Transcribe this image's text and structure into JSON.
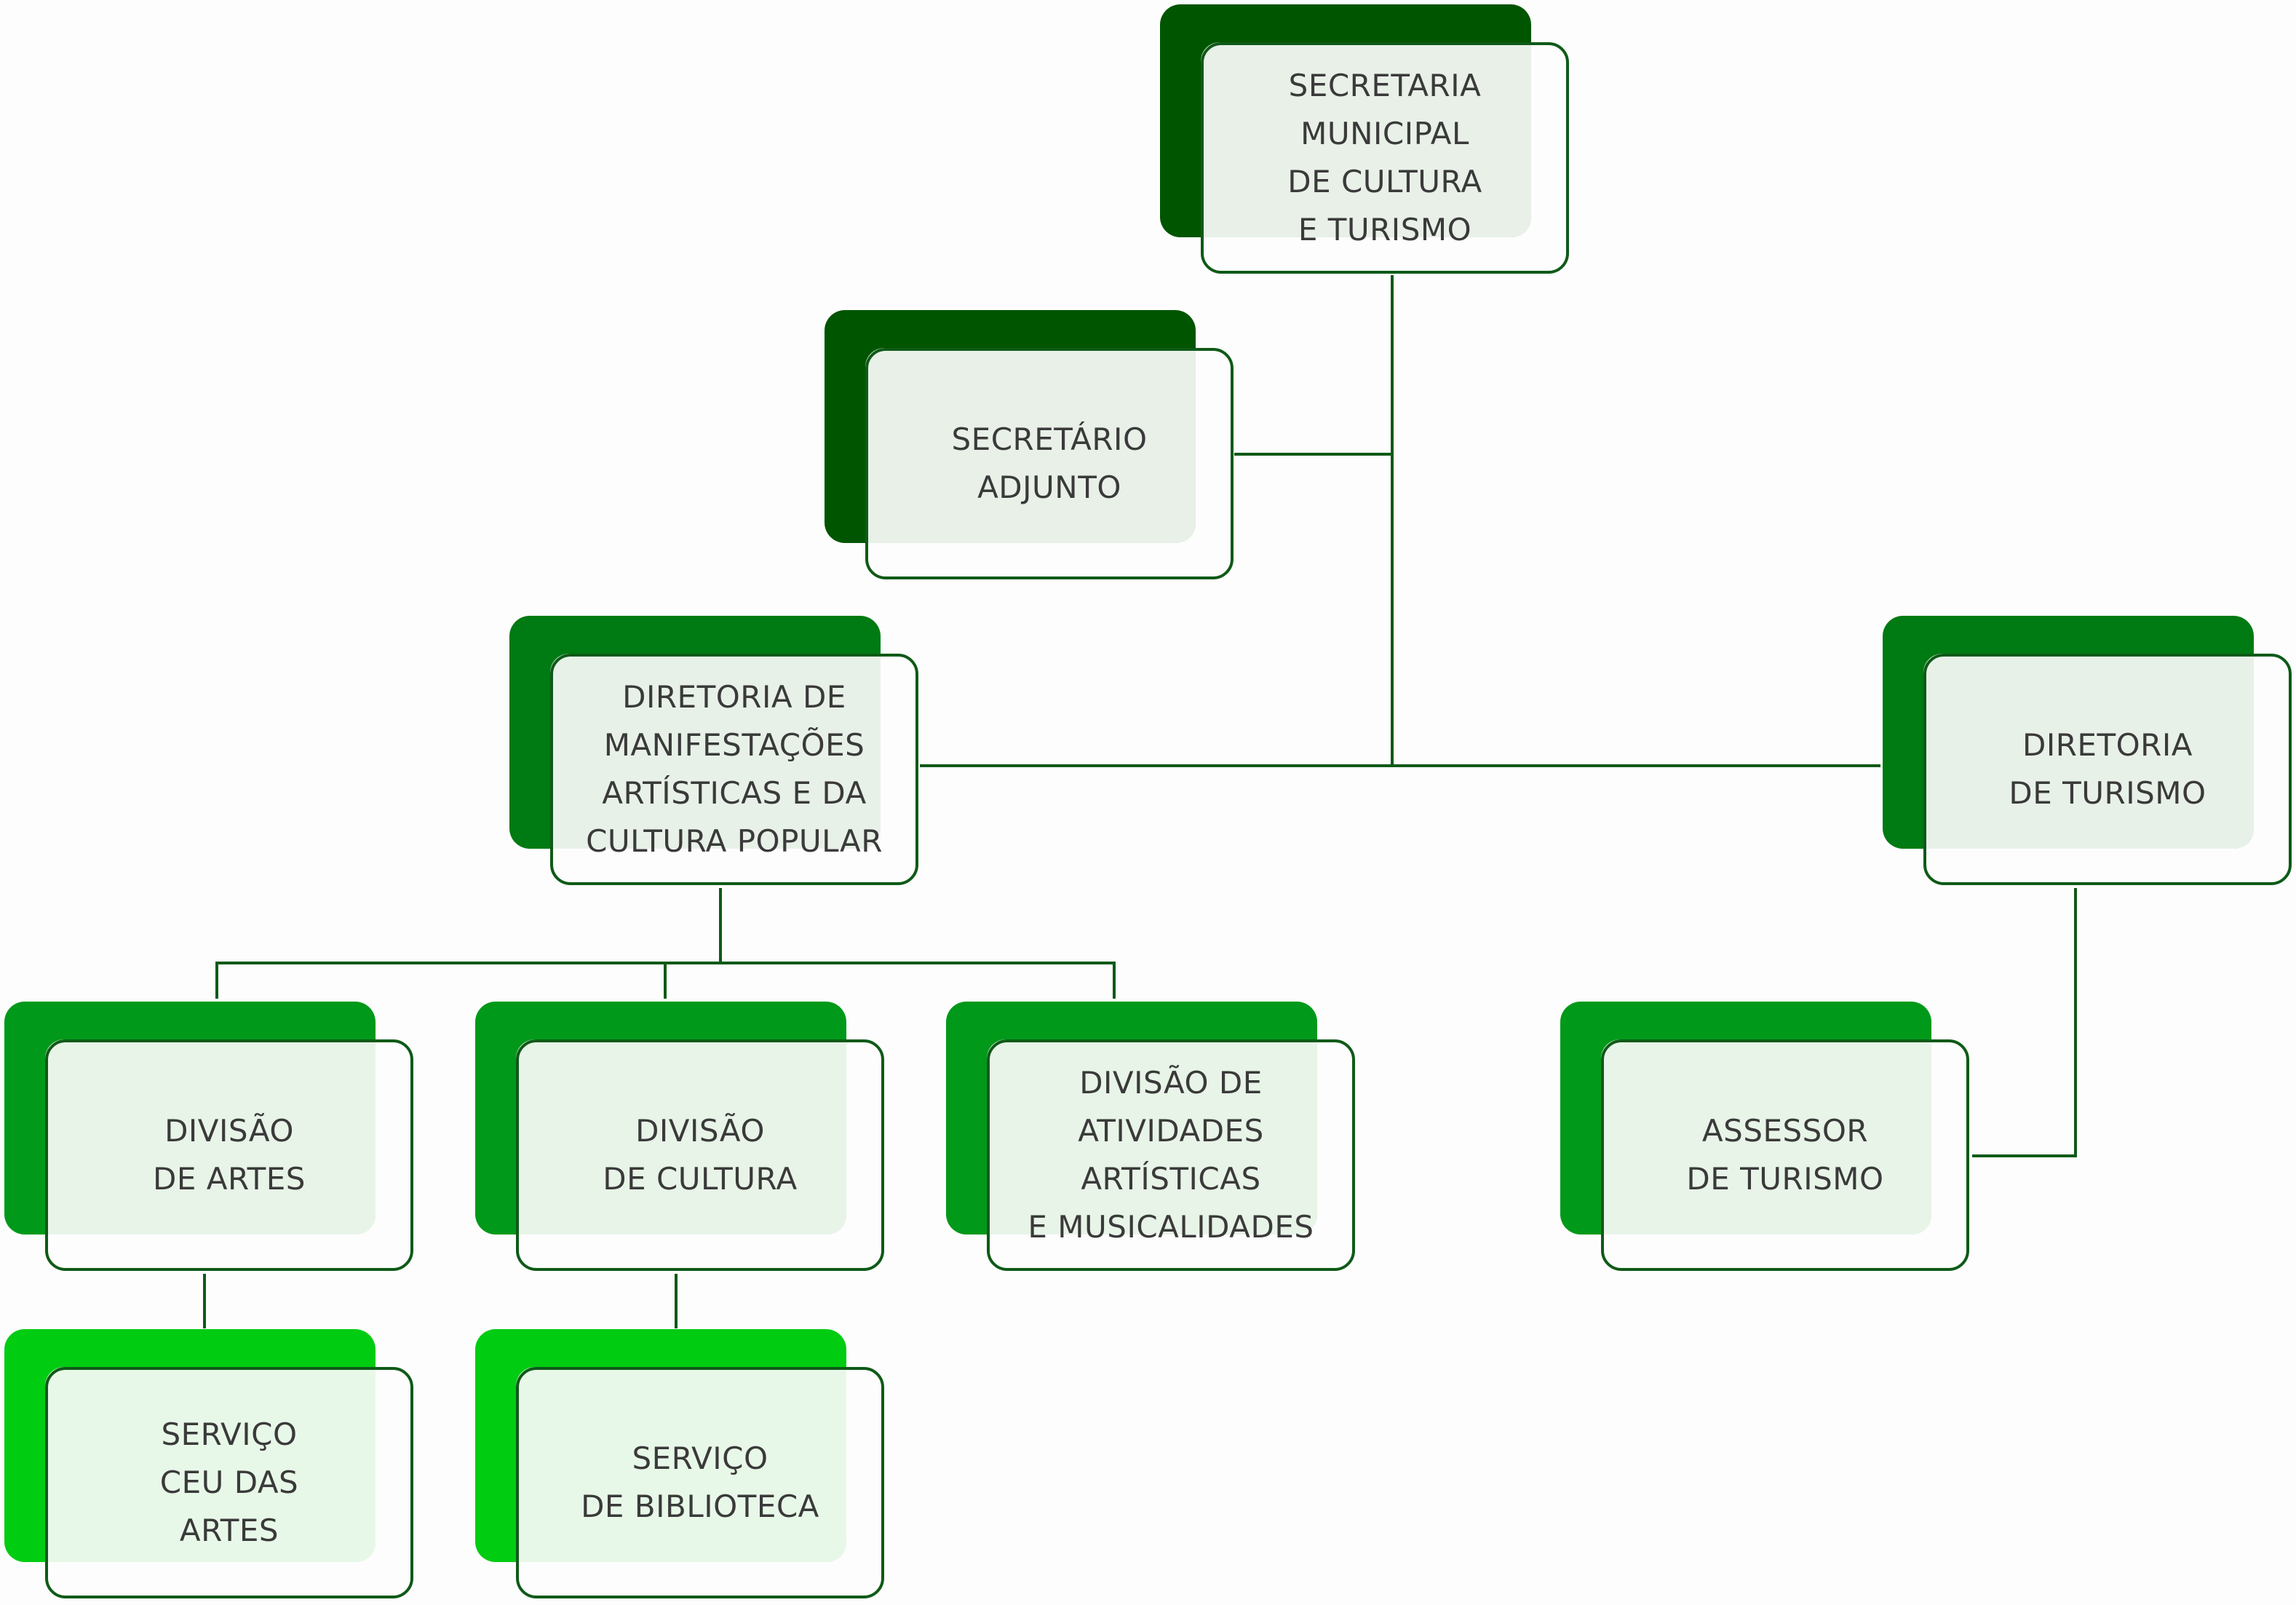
{
  "nodes": {
    "secretaria": {
      "label": "SECRETARIA\nMUNICIPAL\nDE CULTURA\nE TURISMO",
      "color": "#005500"
    },
    "adjunto": {
      "label": "SECRETÁRIO\nADJUNTO",
      "color": "#005500"
    },
    "manifestacoes": {
      "label": "DIRETORIA DE\nMANIFESTAÇÕES\nARTÍSTICAS E DA\nCULTURA POPULAR",
      "color": "#007a12"
    },
    "turismo": {
      "label": "DIRETORIA\nDE TURISMO",
      "color": "#007a12"
    },
    "artes": {
      "label": "DIVISÃO\nDE ARTES",
      "color": "#00991a"
    },
    "cultura": {
      "label": "DIVISÃO\nDE CULTURA",
      "color": "#00991a"
    },
    "atividades": {
      "label": "DIVISÃO DE\nATIVIDADES\nARTÍSTICAS\nE MUSICALIDADES",
      "color": "#00991a"
    },
    "assessor": {
      "label": "ASSESSOR\nDE TURISMO",
      "color": "#00991a"
    },
    "ceu": {
      "label": "SERVIÇO\nCEU DAS\nARTES",
      "color": "#00cc12"
    },
    "biblioteca": {
      "label": "SERVIÇO\nDE BIBLIOTECA",
      "color": "#00cc12"
    }
  },
  "colors": {
    "connector": "#0f5a18",
    "text": "#3a3a3a"
  }
}
